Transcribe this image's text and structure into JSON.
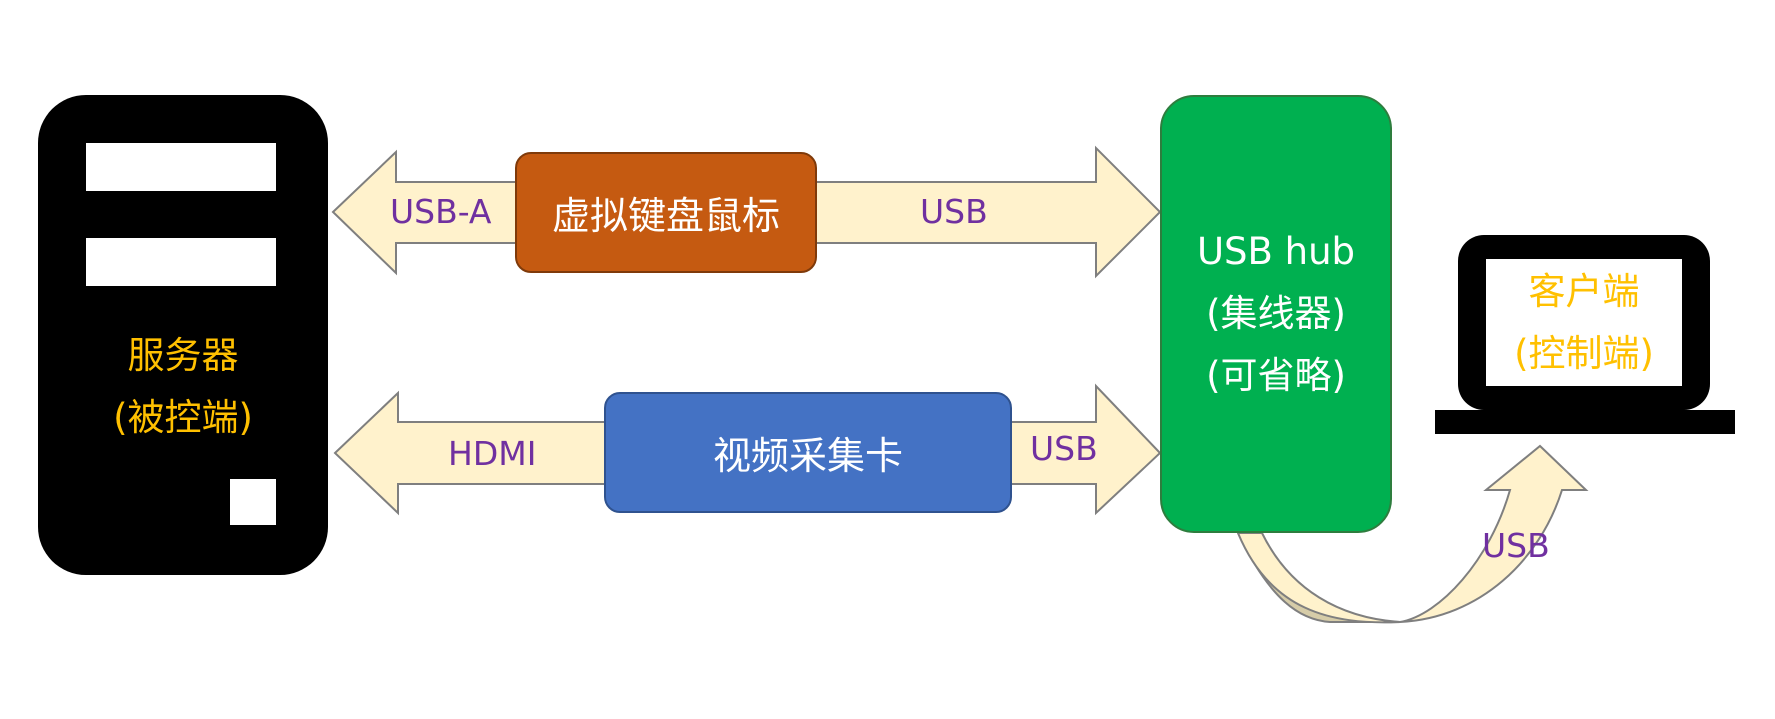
{
  "server": {
    "label_line1": "服务器",
    "label_line2": "(被控端)"
  },
  "kbm_box": {
    "label": "虚拟键盘鼠标"
  },
  "capture_box": {
    "label": "视频采集卡"
  },
  "hub_box": {
    "line1": "USB hub",
    "line2": "(集线器)",
    "line3": "(可省略)"
  },
  "client": {
    "line1": "客户端",
    "line2": "(控制端)"
  },
  "connections": {
    "usb_a": "USB-A",
    "kbm_to_hub": "USB",
    "hdmi": "HDMI",
    "capture_to_hub": "USB",
    "hub_to_client": "USB"
  },
  "colors": {
    "arrow_fill": "#FFF2CC",
    "arrow_stroke": "#7f7f7f",
    "kbm": "#C55A11",
    "capture": "#4472C4",
    "hub": "#00B050",
    "accent_text": "#FFC000",
    "connection_text": "#7030A0"
  }
}
